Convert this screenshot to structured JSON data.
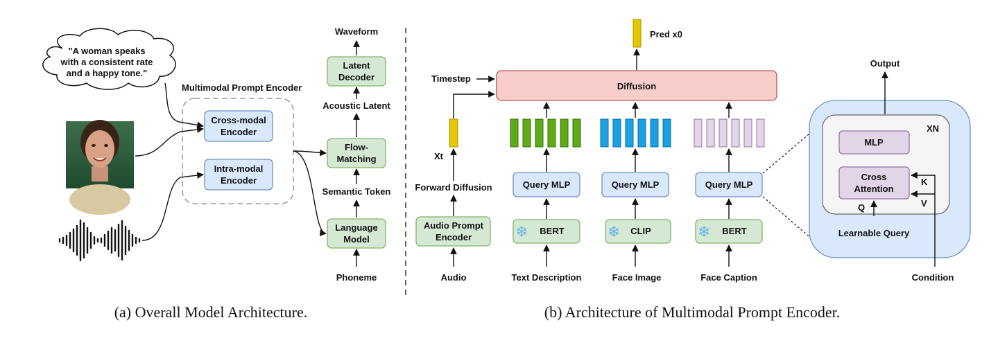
{
  "colors": {
    "green_fill": "#d5e8d4",
    "green_stroke": "#82b366",
    "blue_fill": "#dae8fc",
    "blue_stroke": "#6c8ebf",
    "red_fill": "#f8cecc",
    "red_stroke": "#b85450",
    "purple_fill": "#e1d5e7",
    "purple_stroke": "#9673a6",
    "yellow_fill": "#e3c800",
    "yellow_stroke": "#b09500",
    "text_token_fill": "#60a917",
    "face_token_fill": "#1ba1e2",
    "detail_bg": "#dae8fc",
    "inner_bg": "#f5f5f5"
  },
  "left": {
    "speech_bubble": [
      "\"A woman speaks",
      "with a consistent rate",
      "and a happy tone.\""
    ],
    "encoder_group_label": "Multimodal Prompt Encoder",
    "cross_modal": [
      "Cross-modal",
      "Encoder"
    ],
    "intra_modal": [
      "Intra-modal",
      "Encoder"
    ],
    "latent_decoder": [
      "Latent",
      "Decoder"
    ],
    "flow_matching": [
      "Flow-",
      "Matching"
    ],
    "language_model": [
      "Language",
      "Model"
    ],
    "waveform": "Waveform",
    "acoustic_latent": "Acoustic Latent",
    "semantic_token": "Semantic Token",
    "phoneme": "Phoneme",
    "caption": "(a) Overall Model Architecture."
  },
  "right": {
    "pred_x0": "Pred x0",
    "timestep": "Timestep",
    "diffusion": "Diffusion",
    "xt": "Xt",
    "forward_diffusion": "Forward Diffusion",
    "audio_prompt_encoder": [
      "Audio Prompt",
      "Encoder"
    ],
    "audio": "Audio",
    "query_mlp": "Query MLP",
    "bert": "BERT",
    "clip": "CLIP",
    "text_description": "Text Description",
    "face_image": "Face Image",
    "face_caption": "Face Caption",
    "output": "Output",
    "mlp": "MLP",
    "cross_attention": [
      "Cross",
      "Attention"
    ],
    "xn": "XN",
    "k": "K",
    "v": "V",
    "q": "Q",
    "learnable_query": "Learnable Query",
    "condition": "Condition",
    "caption": "(b) Architecture of Multimodal Prompt Encoder."
  }
}
